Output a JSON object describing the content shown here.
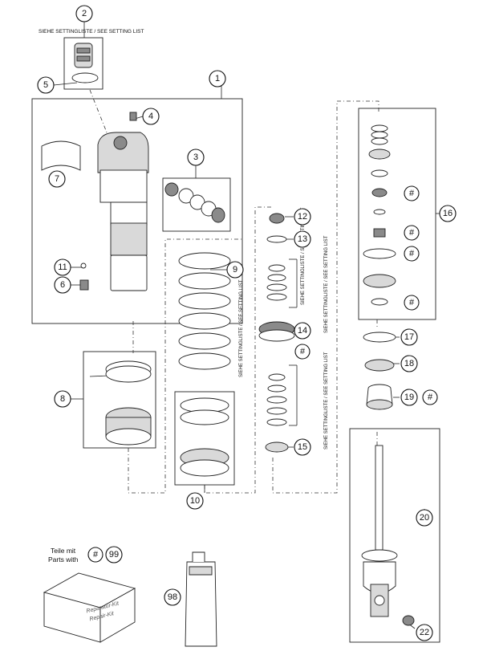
{
  "notes": {
    "setting_top": "SIEHE SETTINGLISTE / SEE SETTING LIST",
    "setting_v1": "SIEHE SETTINGLISTE / SEE SETTING LIST",
    "setting_v2": "SIEHE SETTINGLISTE / SEE SETTING LIST",
    "setting_v3": "SIEHE SETTINGLISTE / SEE SETTING LIST",
    "setting_v4": "SIEHE SETTINGLISTE / SEE SETTING LIST"
  },
  "legend": {
    "line1": "Teile mit",
    "line2": "Parts with",
    "symbol": "#",
    "number": "99"
  },
  "kit_box": {
    "line1": "Reparatur-Kit",
    "line2": "Repair-Kit"
  },
  "callouts": {
    "c1": "1",
    "c2": "2",
    "c3": "3",
    "c4": "4",
    "c5": "5",
    "c6": "6",
    "c7": "7",
    "c8": "8",
    "c9": "9",
    "c10": "10",
    "c11": "11",
    "c12": "12",
    "c13": "13",
    "c14": "14",
    "c15": "15",
    "c16": "16",
    "c17": "17",
    "c18": "18",
    "c19": "19",
    "c20": "20",
    "c22": "22",
    "c98": "98"
  },
  "hash_marks": {
    "h14": "#",
    "h19": "#",
    "h16a": "#",
    "h16b": "#",
    "h16c": "#",
    "h16d": "#"
  }
}
